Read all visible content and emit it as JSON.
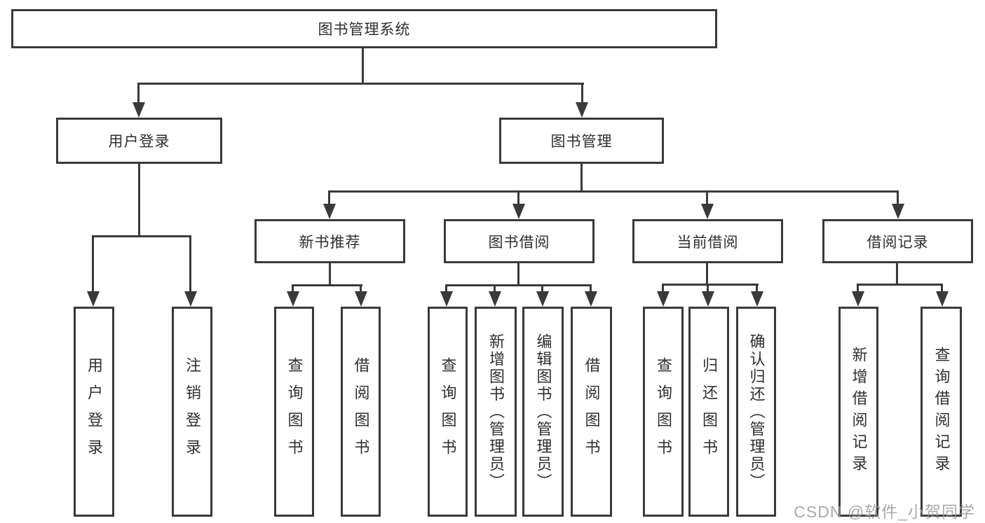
{
  "root": {
    "label": "图书管理系统"
  },
  "level2": {
    "user_login": "用户登录",
    "book_mgmt": "图书管理"
  },
  "level3": {
    "new_book_rec": "新书推荐",
    "book_borrow": "图书借阅",
    "current_borrow": "当前借阅",
    "borrow_records": "借阅记录"
  },
  "leaves": {
    "user_login": "用户登录",
    "logout": "注销登录",
    "rec_query_book": "查询图书",
    "rec_borrow_book": "借阅图书",
    "bb_query_book": "查询图书",
    "bb_add_book": "新增图书（管理员）",
    "bb_edit_book": "编辑图书（管理员）",
    "bb_borrow_book": "借阅图书",
    "cur_query_book": "查询图书",
    "cur_return_book": "归还图书",
    "cur_confirm_return": "确认归还（管理员）",
    "br_add_record": "新增借阅记录",
    "br_query_record": "查询借阅记录"
  },
  "watermark": "CSDN @软件_小贺同学",
  "colors": {
    "line": "#3a3a3a",
    "text": "#2f2f2f",
    "background": "#ffffff",
    "watermark": "#9e9b98"
  }
}
